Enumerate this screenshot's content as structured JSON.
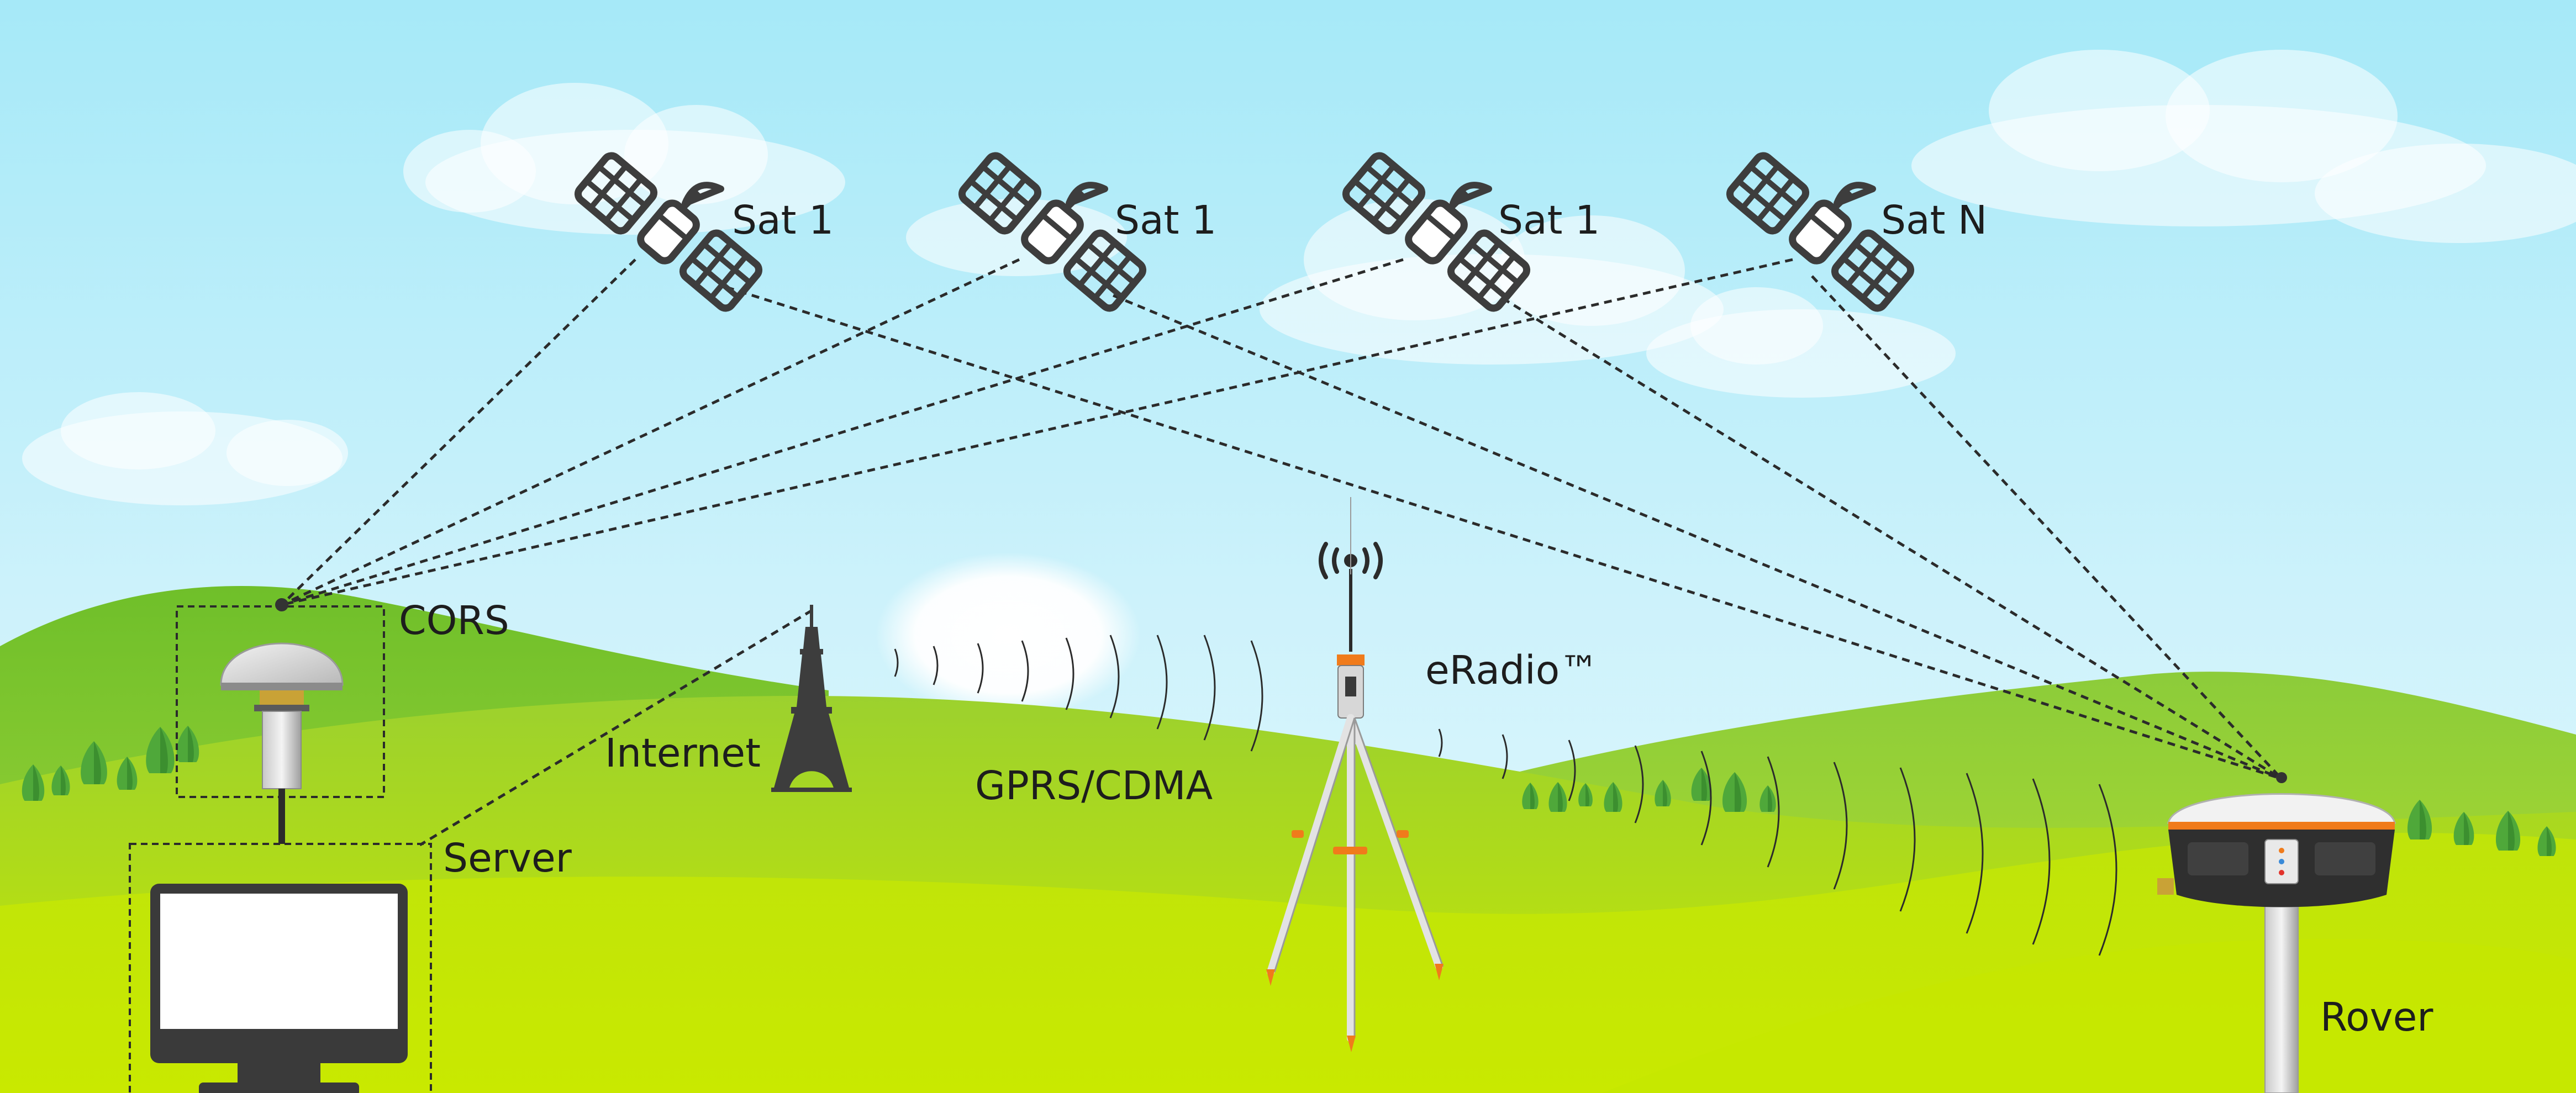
{
  "satellites": [
    {
      "label": "Sat 1"
    },
    {
      "label": "Sat 1"
    },
    {
      "label": "Sat 1"
    },
    {
      "label": "Sat N"
    }
  ],
  "labels": {
    "cors": "CORS",
    "internet": "Internet",
    "server": "Server",
    "gprs": "GPRS/CDMA",
    "eradio": "eRadio™",
    "rover": "Rover"
  },
  "colors": {
    "sky_top": "#a6e9f8",
    "sky_bottom": "#dff6fd",
    "grass_light": "#c3e600",
    "grass_dark": "#7cc21f",
    "icon_dark": "#3d3d3d",
    "accent_orange": "#f07b1b"
  }
}
